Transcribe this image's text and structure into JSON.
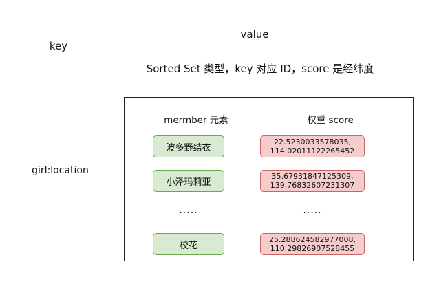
{
  "diagram": {
    "key_heading": "key",
    "value_heading": "value",
    "description": "Sorted Set 类型，key 对应 ID，score 是经纬度",
    "key_name": "girl:location",
    "table": {
      "columns": [
        "mermber 元素",
        "权重 score"
      ],
      "rows": [
        {
          "member": "波多野结衣",
          "score": "22.5230033578035,\n114.02011122265452"
        },
        {
          "member": "小泽玛莉亚",
          "score": "35.67931847125309,\n139.76832607231307"
        },
        {
          "member": ".....",
          "score": "....."
        },
        {
          "member": "校花",
          "score": "25.288624582977008,\n110.29826907528455"
        }
      ]
    },
    "colors": {
      "member_fill": "#d9ead3",
      "member_border": "#6aa84f",
      "score_fill": "#f4cccc",
      "score_border": "#cc6666",
      "box_border": "#222222"
    }
  }
}
